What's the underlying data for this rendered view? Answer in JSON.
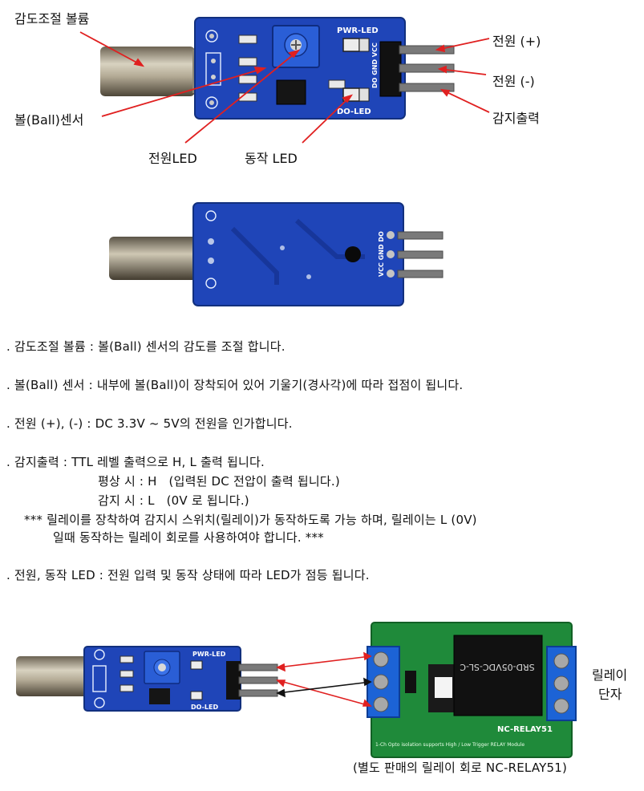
{
  "labels": {
    "sensitivity_pot": "감도조절 볼륨",
    "ball_sensor": "볼(Ball)센서",
    "power_led": "전원LED",
    "action_led": "동작 LED",
    "power_plus": "전원 (+)",
    "power_minus": "전원 (-)",
    "sense_output": "감지출력"
  },
  "board_silk": {
    "pwr_led": "PWR-LED",
    "do_led": "DO-LED",
    "pins_front": "DO GND VCC",
    "pins_back": "VCC GND DO"
  },
  "description": [
    ". 감도조절 볼륨 : 볼(Ball) 센서의 감도를 조절 합니다.",
    ". 볼(Ball) 센서 : 내부에 볼(Ball)이 장착되어 있어 기울기(경사각)에 따라 접점이 됩니다.",
    ". 전원 (+), (-) : DC 3.3V ~ 5V의 전원을 인가합니다.",
    ". 감지출력 : TTL 레벨 출력으로 H, L 출력 됩니다.",
    "평상 시 : H   (입력된 DC 전압이 출력 됩니다.)",
    "감지 시 : L   (0V 로 됩니다.)",
    "*** 릴레이를 장착하여 감지시 스위치(릴레이)가 동작하도록 가능 하며, 릴레이는 L (0V)",
    "일때 동작하는 릴레이 회로를 사용하여야 합니다. ***",
    ". 전원, 동작 LED : 전원 입력 및 동작 상태에 따라 LED가 점등 됩니다."
  ],
  "relay": {
    "terminal_label_1": "릴레이",
    "terminal_label_2": "단자",
    "caption": "(별도 판매의 릴레이 회로 NC-RELAY51)",
    "board_name": "NC-RELAY51",
    "board_subtitle": "1-Ch Opto isolation supports High / Low Trigger RELAY Module",
    "relay_text": "SRD-05VDC-SL-C"
  },
  "colors": {
    "pcb_blue": "#1f45b8",
    "pcb_green": "#1f8a3a",
    "arrow_red": "#e02020",
    "arrow_black": "#111111"
  }
}
